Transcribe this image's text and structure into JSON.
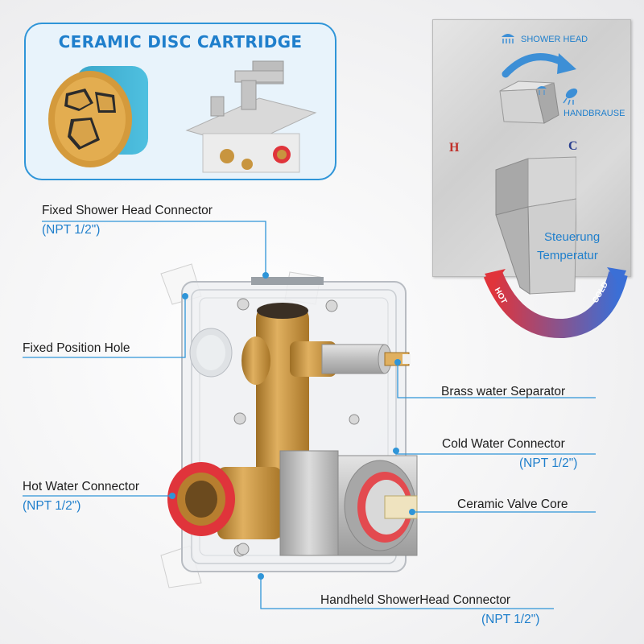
{
  "card": {
    "title": "CERAMIC DISC CARTRIDGE"
  },
  "panel": {
    "shower_head": "SHOWER HEAD",
    "handbrause": "HANDBRAUSE",
    "hot_letter": "H",
    "cold_letter": "C",
    "control_line1": "Steuerung",
    "control_line2": "Temperatur",
    "hot_arc": "HOT",
    "cold_arc": "COLD"
  },
  "labels": {
    "fixed_shower_head": "Fixed Shower Head Connector",
    "fixed_shower_head_npt": "(NPT 1/2\")",
    "fixed_position_hole": "Fixed Position Hole",
    "brass_separator": "Brass water Separator",
    "cold_water": "Cold Water Connector",
    "cold_water_npt": "(NPT 1/2\")",
    "hot_water": "Hot Water Connector",
    "hot_water_npt": "(NPT 1/2\")",
    "ceramic_core": "Ceramic Valve Core",
    "handheld": "Handheld ShowerHead Connector",
    "handheld_npt": "(NPT 1/2\")"
  },
  "colors": {
    "accent_blue": "#1f7fcc",
    "hot_red": "#e0343b",
    "cold_blue": "#3b6fd6",
    "brass": "#c8953f",
    "card_border": "#2f95d8"
  }
}
